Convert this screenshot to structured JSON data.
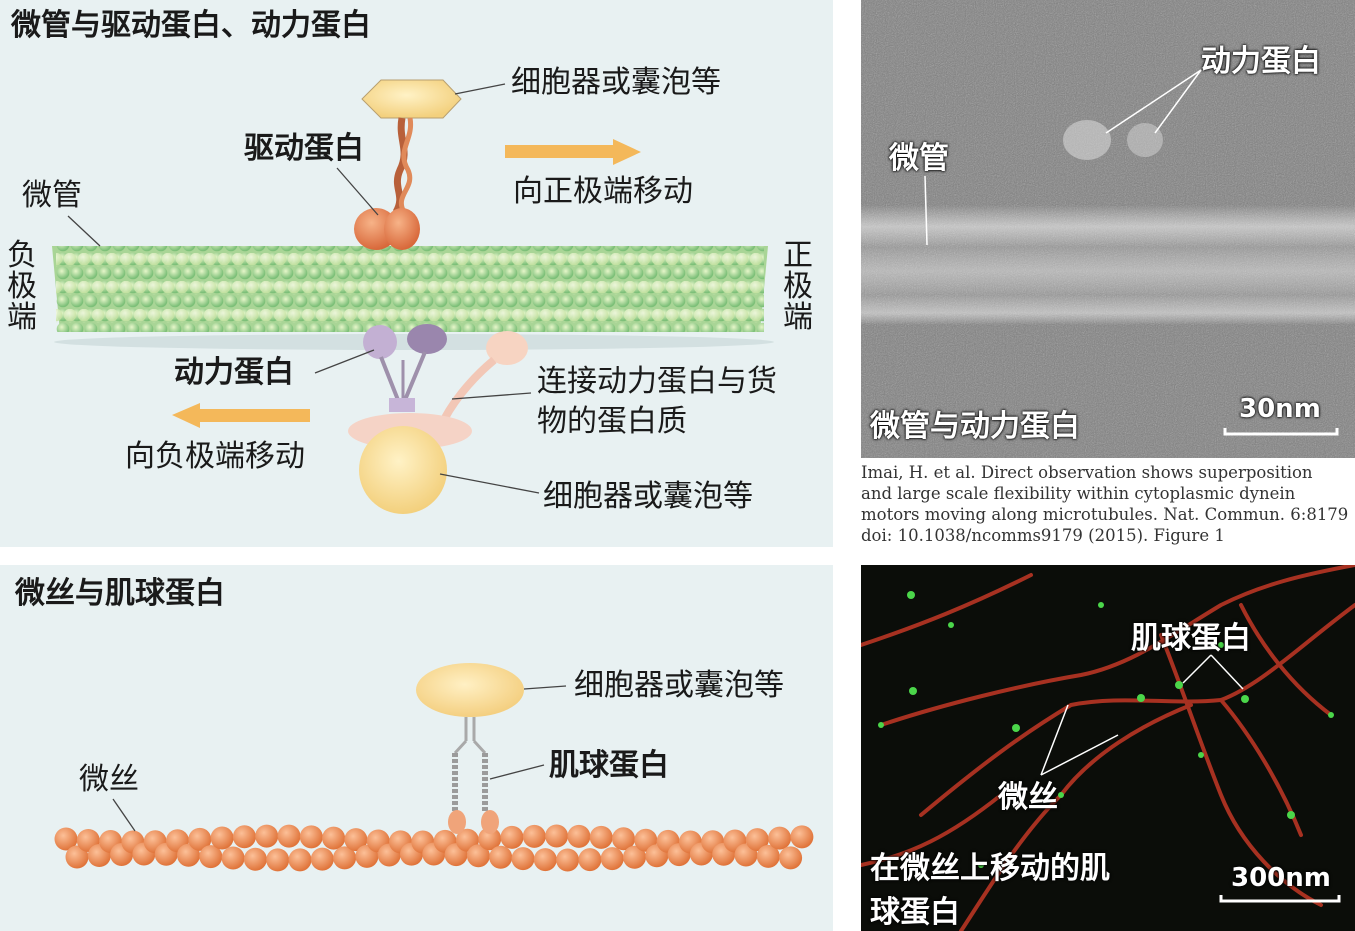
{
  "top_left": {
    "title": "微管与驱动蛋白、动力蛋白",
    "labels": {
      "organelle_top": "细胞器或囊泡等",
      "kinesin": "驱动蛋白",
      "plus_move": "向正极端移动",
      "microtubule": "微管",
      "minus_end": "负极端",
      "plus_end": "正极端",
      "dynein": "动力蛋白",
      "adapter": "连接动力蛋白与货物的蛋白质",
      "minus_move": "向负极端移动",
      "organelle_bottom": "细胞器或囊泡等"
    },
    "colors": {
      "tubulin_green": "#8fc98a",
      "tubulin_light": "#d9efb8",
      "kinesin_orange": "#e07a45",
      "cargo_yellow": "#f7dc97",
      "arrow": "#f4b85a",
      "dynein_purple": "#b7a3c7"
    }
  },
  "em_image": {
    "dynein_label": "动力蛋白",
    "microtubule_label": "微管",
    "caption": "微管与动力蛋白",
    "scale_bar": "30nm"
  },
  "citation": {
    "line1": "Imai, H. et al. Direct observation shows superposition",
    "line2": "and large scale flexibility within cytoplasmic dynein",
    "line3": "motors moving along microtubules. Nat. Commun. 6:8179",
    "line4": "doi: 10.1038/ncomms9179 (2015). Figure 1"
  },
  "bottom_left": {
    "title": "微丝与肌球蛋白",
    "labels": {
      "organelle": "细胞器或囊泡等",
      "myosin": "肌球蛋白",
      "actin": "微丝"
    },
    "colors": {
      "actin_orange": "#ee8a4a",
      "cargo_yellow": "#f7dc97"
    }
  },
  "fluor_image": {
    "myosin_label": "肌球蛋白",
    "actin_label": "微丝",
    "caption": "在微丝上移动的肌球蛋白",
    "scale_bar": "300nm"
  }
}
